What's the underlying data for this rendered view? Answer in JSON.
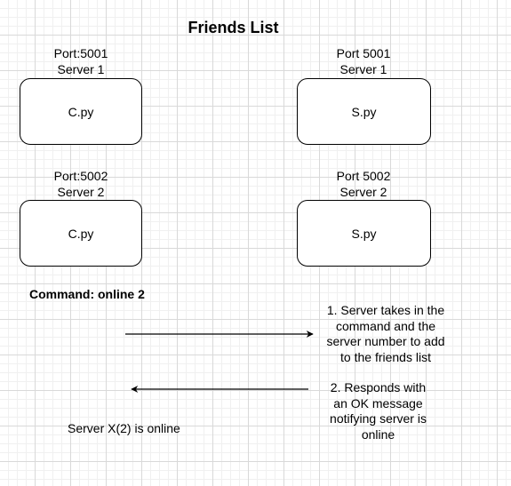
{
  "title": "Friends List",
  "client1": {
    "port": "Port:5001",
    "server": "Server 1",
    "file": "C.py"
  },
  "server1": {
    "port": "Port 5001",
    "server": "Server 1",
    "file": "S.py"
  },
  "client2": {
    "port": "Port:5002",
    "server": "Server 2",
    "file": "C.py"
  },
  "server2": {
    "port": "Port 5002",
    "server": "Server 2",
    "file": "S.py"
  },
  "command": "Command: online 2",
  "step1": "1. Server takes in the\ncommand and the\nserver number to add\nto the friends list",
  "step2": "2. Responds with\nan OK message\nnotifying server is\nonline",
  "status": "Server X(2) is online"
}
